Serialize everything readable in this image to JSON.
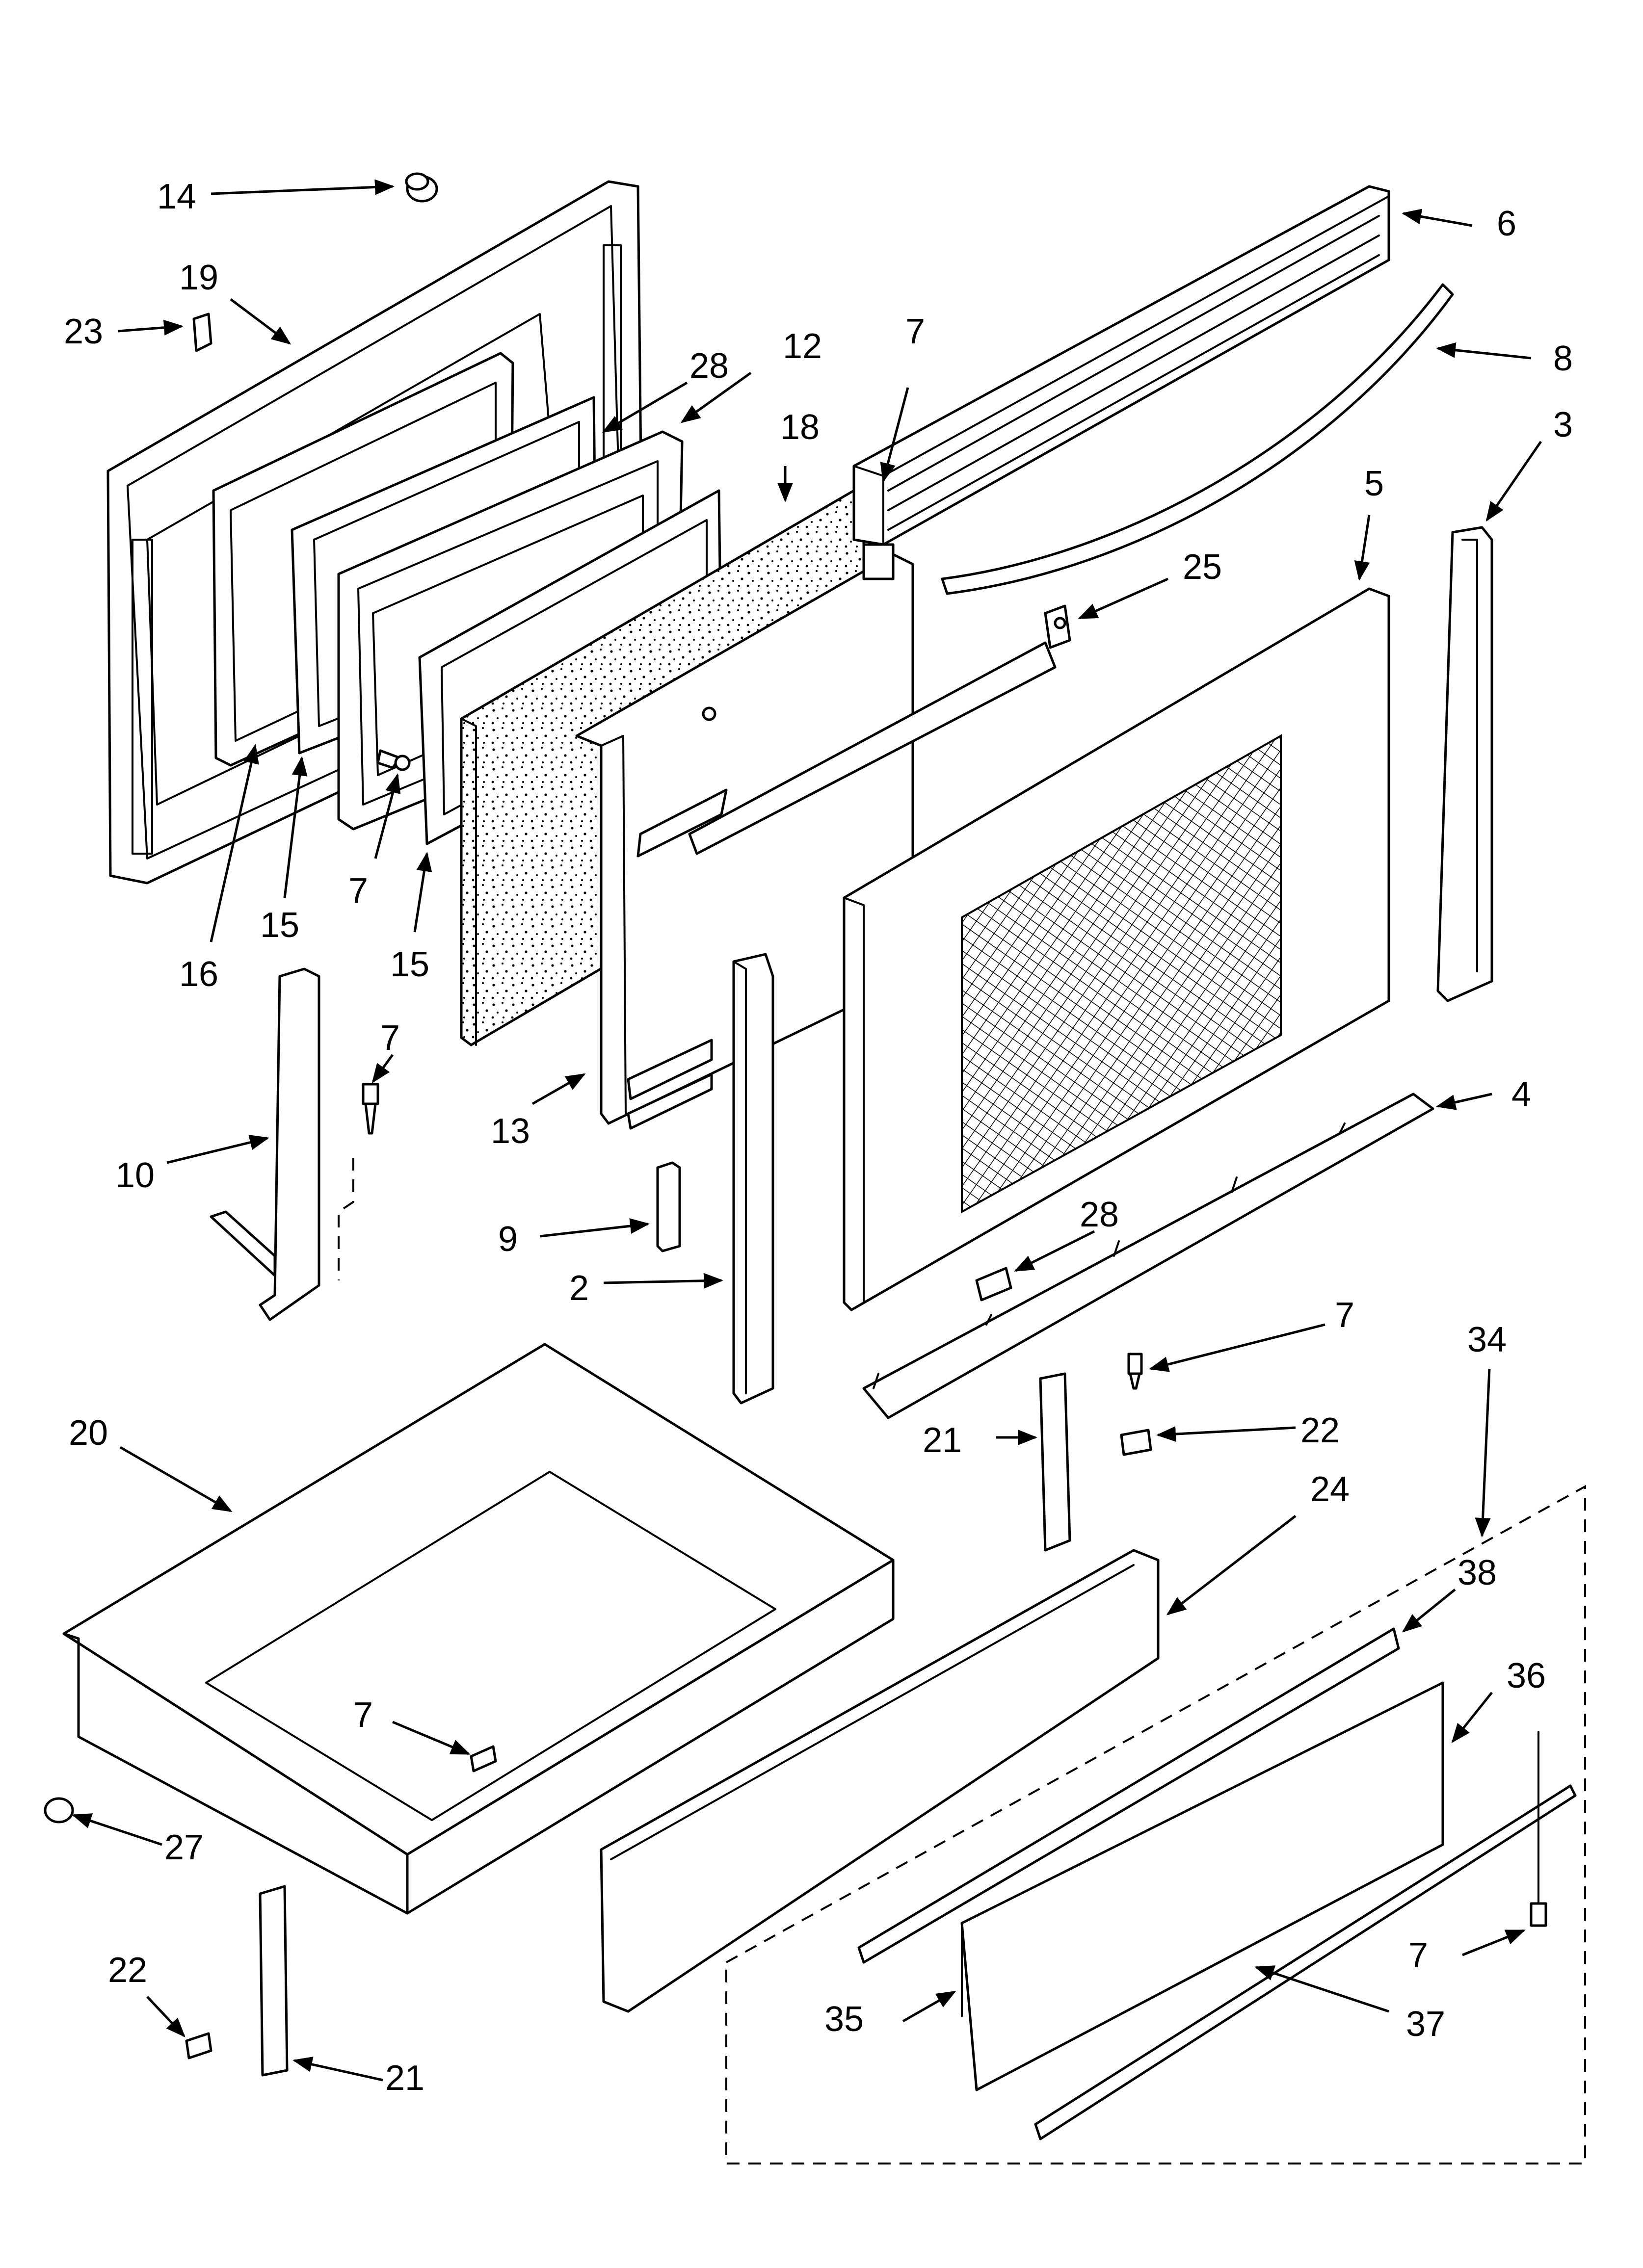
{
  "diagram": {
    "type": "exploded-parts-view",
    "callouts": [
      {
        "id": "c14",
        "label": "14"
      },
      {
        "id": "c19",
        "label": "19"
      },
      {
        "id": "c23",
        "label": "23"
      },
      {
        "id": "c28a",
        "label": "28"
      },
      {
        "id": "c12",
        "label": "12"
      },
      {
        "id": "c7a",
        "label": "7"
      },
      {
        "id": "c18",
        "label": "18"
      },
      {
        "id": "c6",
        "label": "6"
      },
      {
        "id": "c8",
        "label": "8"
      },
      {
        "id": "c3",
        "label": "3"
      },
      {
        "id": "c5",
        "label": "5"
      },
      {
        "id": "c25",
        "label": "25"
      },
      {
        "id": "c16",
        "label": "16"
      },
      {
        "id": "c15a",
        "label": "15"
      },
      {
        "id": "c7b",
        "label": "7"
      },
      {
        "id": "c15b",
        "label": "15"
      },
      {
        "id": "c7c",
        "label": "7"
      },
      {
        "id": "c10",
        "label": "10"
      },
      {
        "id": "c13",
        "label": "13"
      },
      {
        "id": "c9",
        "label": "9"
      },
      {
        "id": "c2",
        "label": "2"
      },
      {
        "id": "c4",
        "label": "4"
      },
      {
        "id": "c28b",
        "label": "28"
      },
      {
        "id": "c7d",
        "label": "7"
      },
      {
        "id": "c34",
        "label": "34"
      },
      {
        "id": "c20",
        "label": "20"
      },
      {
        "id": "c21a",
        "label": "21"
      },
      {
        "id": "c22a",
        "label": "22"
      },
      {
        "id": "c24",
        "label": "24"
      },
      {
        "id": "c38",
        "label": "38"
      },
      {
        "id": "c36",
        "label": "36"
      },
      {
        "id": "c7e",
        "label": "7"
      },
      {
        "id": "c27",
        "label": "27"
      },
      {
        "id": "c22b",
        "label": "22"
      },
      {
        "id": "c21b",
        "label": "21"
      },
      {
        "id": "c35",
        "label": "35"
      },
      {
        "id": "c7f",
        "label": "7"
      },
      {
        "id": "c37",
        "label": "37"
      }
    ]
  }
}
